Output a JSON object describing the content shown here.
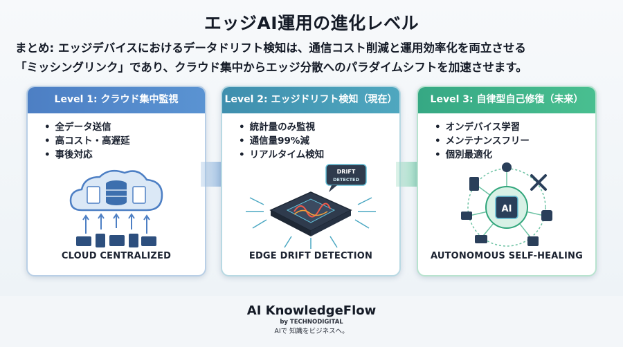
{
  "title": "エッジAI運用の進化レベル",
  "summary": {
    "line1": "まとめ: エッジデバイスにおけるデータドリフト検知は、通信コスト削減と運用効率化を両立させる",
    "line2": "「ミッシングリンク」であり、クラウド集中からエッジ分散へのパラダイムシフトを加速させます。"
  },
  "levels": [
    {
      "header": "Level 1: クラウド集中監視",
      "bullets": [
        "全データ送信",
        "高コスト・高遅延",
        "事後対応"
      ],
      "caption": "CLOUD CENTRALIZED",
      "color": "#4d7fc4"
    },
    {
      "header": "Level 2: エッジドリフト検知（現在）",
      "bullets": [
        "統計量のみ監視",
        "通信量99%減",
        "リアルタイム検知"
      ],
      "caption": "EDGE DRIFT DETECTION",
      "badge_line1": "DRIFT",
      "badge_line2": "DETECTED",
      "color": "#3f8fae"
    },
    {
      "header": "Level 3: 自律型自己修復（未来）",
      "bullets": [
        "オンデバイス学習",
        "メンテナンスフリー",
        "個別最適化"
      ],
      "caption": "AUTONOMOUS SELF-HEALING",
      "chip_label": "AI",
      "color": "#36a884"
    }
  ],
  "footer": {
    "brand": "AI KnowledgeFlow",
    "by": "by TECHNODIGITAL",
    "tagline": "AIで 知識をビジネスへ。"
  }
}
